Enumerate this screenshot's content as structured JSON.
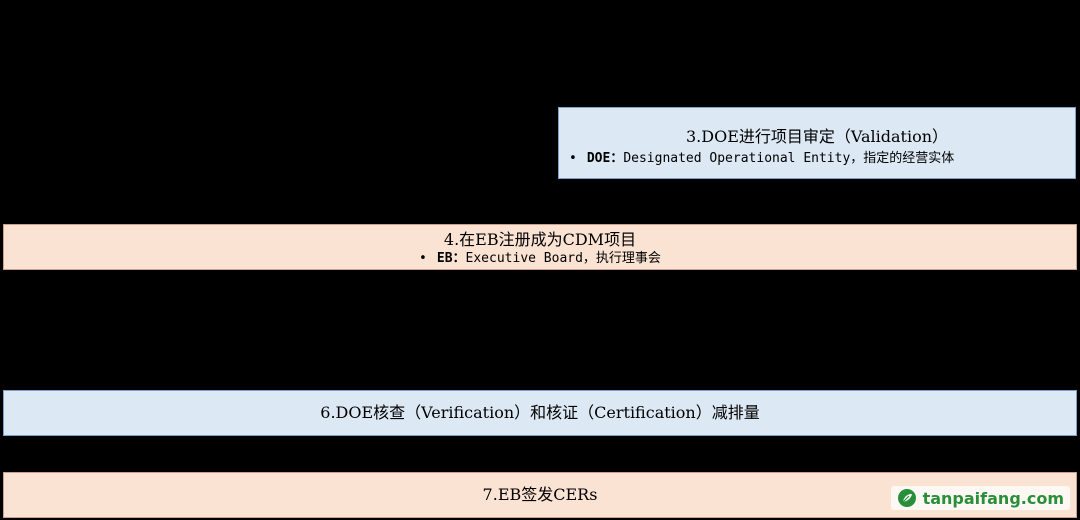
{
  "steps": {
    "step3": {
      "title": "3.DOE进行项目审定（Validation）",
      "note_key": "DOE：",
      "note_text": "Designated Operational Entity，指定的经营实体"
    },
    "step4": {
      "title": "4.在EB注册成为CDM项目",
      "note_key": "EB：",
      "note_text": "Executive Board，执行理事会"
    },
    "step6": {
      "title": "6.DOE核查（Verification）和核证（Certification）减排量"
    },
    "step7": {
      "title": "7.EB签发CERs"
    }
  },
  "watermark": {
    "text": "tanpaifang.com",
    "icon": "leaf-logo-icon",
    "color": "#2a8f3a"
  },
  "colors": {
    "background": "#000000",
    "blue_box": "#dce8f4",
    "peach_box": "#fbe3d4"
  }
}
